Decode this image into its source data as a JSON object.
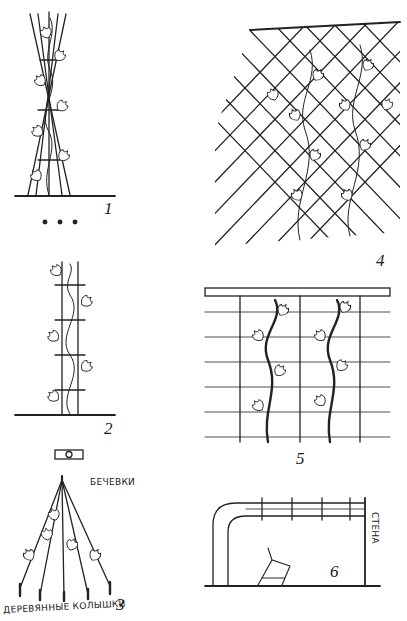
{
  "diagram": {
    "labels": [
      "1",
      "2",
      "3",
      "4",
      "5",
      "6",
      "БЕЧЕВКИ",
      "ДЕРЕВЯННЫЕ КОЛЫШКИ",
      "СТЕНА"
    ]
  }
}
